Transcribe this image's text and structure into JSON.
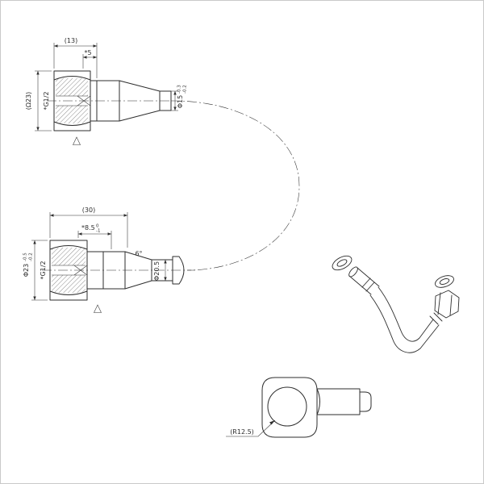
{
  "colors": {
    "line": "#2e2e2e",
    "background": "#ffffff",
    "border": "#c9c9c9"
  },
  "top_view": {
    "dim_length": "(13)",
    "dim_thread": "*5",
    "dim_hex": "(Ω23)",
    "thread_label": "*G1/2",
    "dia_value": "Φ15",
    "dia_tol_upper": "-0.3",
    "dia_tol_lower": "-0.2"
  },
  "mid_view": {
    "dim_length": "(30)",
    "dim_depth": "*8.5",
    "dim_depth_tol_upper": "0",
    "dim_depth_tol_lower": "-1",
    "dim_hex": "Φ23",
    "dim_hex_tol_upper": "-0.5",
    "dim_hex_tol_lower": "-0.2",
    "thread_label": "*G1/2",
    "angle_label": "6°",
    "dia_value": "Φ20.5"
  },
  "detail_view": {
    "radius_label": "(R12.5)"
  }
}
